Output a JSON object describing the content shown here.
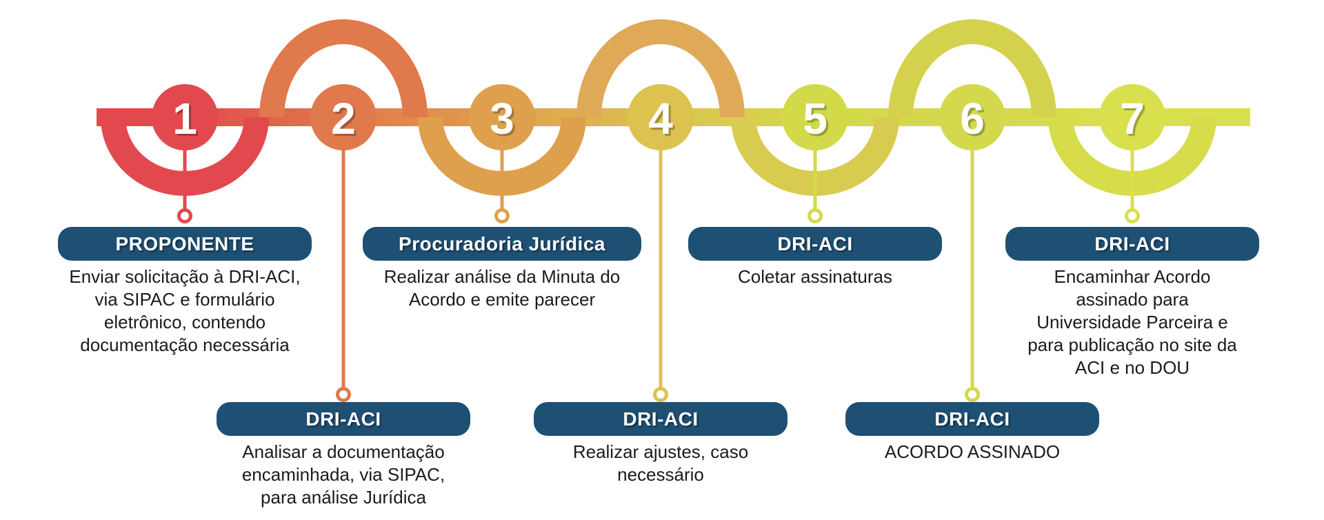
{
  "figure": {
    "background": "#ffffff",
    "badge_color": "#1e5074",
    "text_color": "#1b1b1b"
  },
  "steps": [
    {
      "number": "1",
      "circle_color": "#e2494f",
      "arc_color": "#e2494f",
      "badge_label": "PROPONENTE",
      "description": "Enviar solicitação à DRI-ACI,\nvia SIPAC e formulário\neletrônico, contendo\ndocumentação necessária"
    },
    {
      "number": "2",
      "circle_color": "#e0794b",
      "arc_color": "#e0794b",
      "badge_label": "DRI-ACI",
      "description": "Analisar a documentação\nencaminhada, via SIPAC,\npara análise Jurídica"
    },
    {
      "number": "3",
      "circle_color": "#dfa04e",
      "arc_color": "#dfa04e",
      "badge_label": "Procuradoria Jurídica",
      "description": "Realizar análise da Minuta do\nAcordo e emite parecer"
    },
    {
      "number": "4",
      "circle_color": "#dcc24f",
      "arc_color": "#dfa957",
      "badge_label": "DRI-ACI",
      "description": "Realizar ajustes, caso\nnecessário"
    },
    {
      "number": "5",
      "circle_color": "#d2da4a",
      "arc_color": "#d8cc50",
      "badge_label": "DRI-ACI",
      "description": "Coletar assinaturas"
    },
    {
      "number": "6",
      "circle_color": "#d4d84c",
      "arc_color": "#d4d24d",
      "badge_label": "DRI-ACI",
      "description": "ACORDO ASSINADO"
    },
    {
      "number": "7",
      "circle_color": "#d9e04e",
      "arc_color": "#d6dc4a",
      "badge_label": "DRI-ACI",
      "description": "Encaminhar Acordo\nassinado para\nUniversidade Parceira e\npara publicação no site da\nACI e no DOU"
    }
  ]
}
